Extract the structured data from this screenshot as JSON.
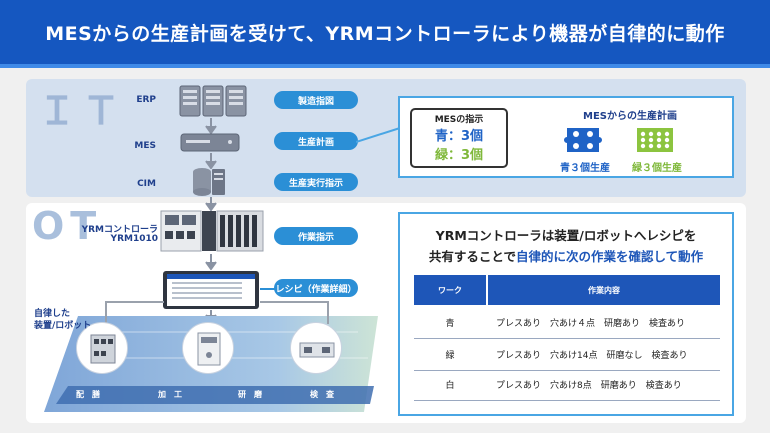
{
  "header": {
    "title": "MESからの生産計画を受けて、YRMコントローラにより機器が自律的に動作"
  },
  "sections": {
    "it": "ＩＴ",
    "ot": "OT"
  },
  "systems": {
    "erp": "ERP",
    "mes": "MES",
    "cim": "CIM"
  },
  "pills": {
    "manufacturing": "製造指図",
    "production_plan": "生産計画",
    "production_exec": "生産実行指示",
    "work_instruction": "作業指示",
    "recipe": "レシピ（作業詳細）"
  },
  "controller": {
    "line1": "YRMコントローラ",
    "line2": "YRM1010"
  },
  "robot_label": {
    "line1": "自律した",
    "line2": "装置/ロボット"
  },
  "mes_callout": {
    "box_title": "MESの指示",
    "blue_text": "青：3個",
    "green_text": "緑：3個",
    "plan_title": "MESからの生産計画",
    "blue_caption": "青３個生産",
    "green_caption": "緑３個生産"
  },
  "yrm_callout": {
    "line1": "YRMコントローラは装置/ロボットへレシピを",
    "line2_plain": "共有することで",
    "line2_highlight": "自律的に次の作業を確認して動作"
  },
  "table": {
    "headers": [
      "ワーク",
      "作業内容"
    ],
    "rows": [
      [
        "青",
        "プレスあり　穴あけ４点　研磨あり　検査あり"
      ],
      [
        "緑",
        "プレスあり　穴あけ14点　研磨なし　検査あり"
      ],
      [
        "白",
        "プレスあり　穴あけ8点　研磨あり　検査あり"
      ]
    ]
  },
  "floor_steps": [
    "配　膳",
    "加　工",
    "研　磨",
    "検　査"
  ],
  "colors": {
    "header": "#1557c0",
    "pill": "#2b8fd6",
    "table_head": "#1e56b8",
    "blue_block": "#1f63c6",
    "green_block": "#8cc43f",
    "highlight": "#1e56b8"
  }
}
